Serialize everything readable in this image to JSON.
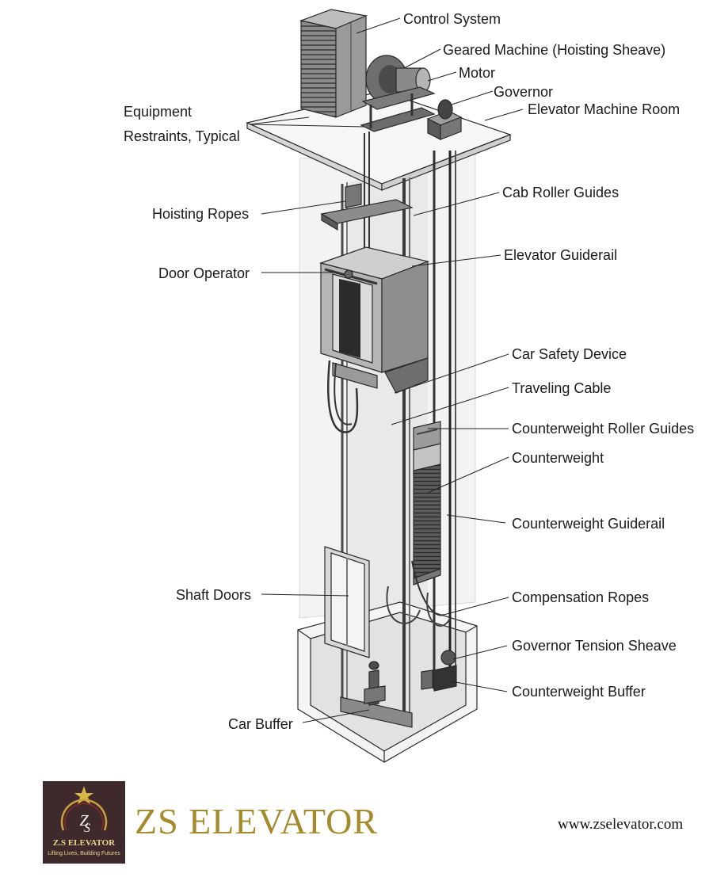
{
  "labels": {
    "control_system": "Control System",
    "geared_machine": "Geared Machine (Hoisting Sheave)",
    "motor": "Motor",
    "governor": "Governor",
    "equipment": "Equipment",
    "restraints": "Restraints, Typical",
    "machine_room": "Elevator Machine Room",
    "cab_roller_guides": "Cab Roller Guides",
    "hoisting_ropes": "Hoisting Ropes",
    "elevator_guiderail": "Elevator Guiderail",
    "door_operator": "Door Operator",
    "car_safety_device": "Car Safety Device",
    "traveling_cable": "Traveling Cable",
    "cw_roller_guides": "Counterweight Roller Guides",
    "counterweight": "Counterweight",
    "cw_guiderail": "Counterweight Guiderail",
    "shaft_doors": "Shaft Doors",
    "compensation_ropes": "Compensation Ropes",
    "governor_tension_sheave": "Governor Tension Sheave",
    "cw_buffer": "Counterweight Buffer",
    "car_buffer": "Car Buffer"
  },
  "brand": {
    "name": "ZS ELEVATOR",
    "website": "www.zselevator.com",
    "logo_text": "Z.S ELEVATOR",
    "logo_tagline": "Lifting Lives, Building Futures"
  },
  "colors": {
    "brand_gold": "#a58a2b",
    "logo_bg": "#3e2a2c"
  }
}
